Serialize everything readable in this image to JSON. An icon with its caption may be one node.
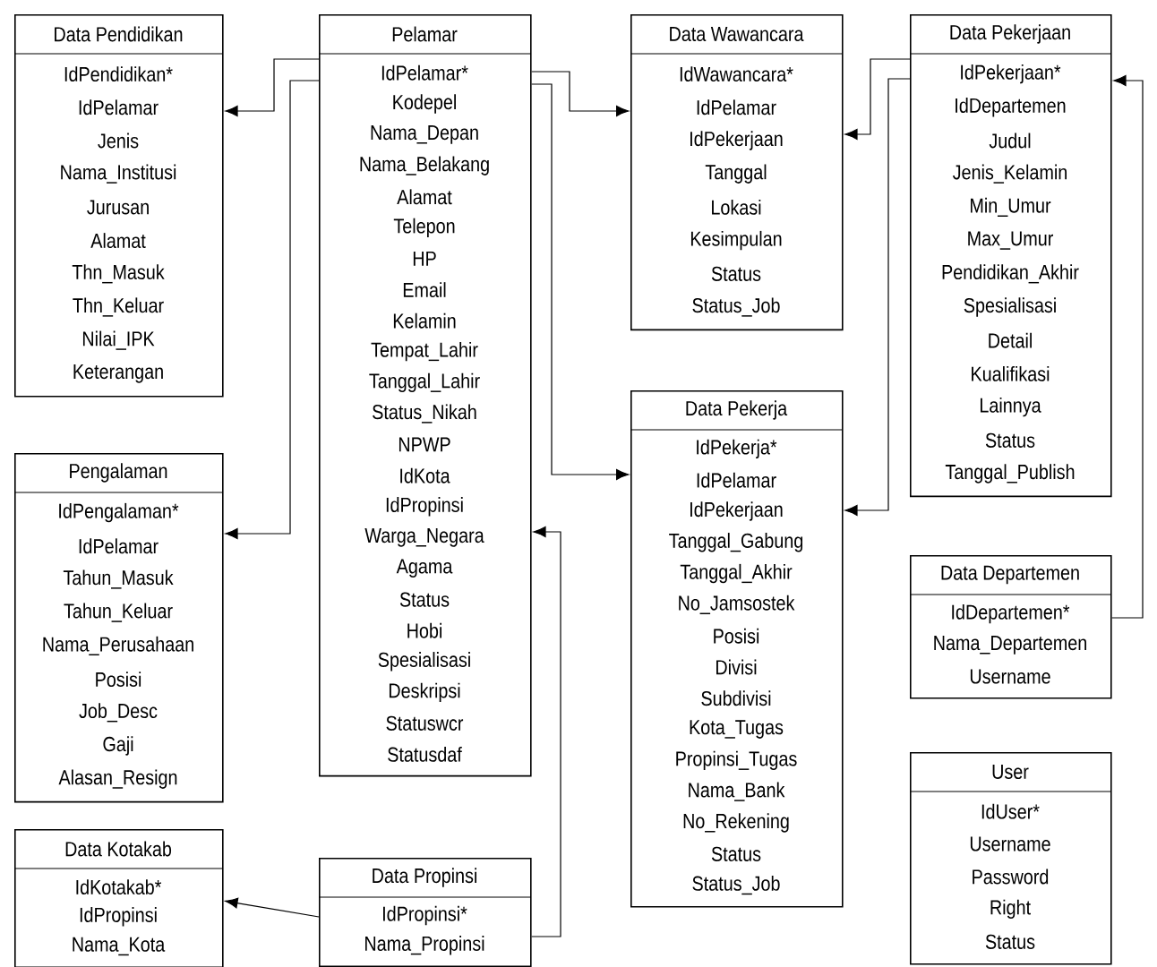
{
  "diagram": {
    "nodes": [
      {
        "text": [
          "Data Pendidikan",
          "IdPendidikan*",
          "IdPelamar",
          "Jenis",
          "Nama_Institusi",
          "Jurusan",
          "Alamat",
          "Thn_Masuk",
          "Thn_Keluar",
          "Nilai_IPK",
          "Keterangan"
        ]
      },
      {
        "text": [
          "Pelamar",
          "IdPelamar*",
          "Kodepel",
          "Nama_Depan",
          "Nama_Belakang",
          "Alamat",
          "Telepon",
          "HP",
          "Email",
          "Kelamin",
          "Tempat_Lahir",
          "Tanggal_Lahir",
          "Status_Nikah",
          "NPWP",
          "IdKota",
          "IdPropinsi",
          "Warga_Negara",
          "Agama",
          "Status",
          "Hobi",
          "Spesialisasi",
          "Deskripsi",
          "Statuswcr",
          "Statusdaf"
        ]
      },
      {
        "text": [
          "Data Wawancara",
          "IdWawancara*",
          "IdPelamar",
          "IdPekerjaan",
          "Tanggal",
          "Lokasi",
          "Kesimpulan",
          "Status",
          "Status_Job"
        ]
      },
      {
        "text": [
          "Data Pekerjaan",
          "IdPekerjaan*",
          "IdDepartemen",
          "Judul",
          "Jenis_Kelamin",
          "Min_Umur",
          "Max_Umur",
          "Pendidikan_Akhir",
          "Spesialisasi",
          "Detail",
          "Kualifikasi",
          "Lainnya",
          "Status",
          "Tanggal_Publish"
        ]
      },
      {
        "text": [
          "Pengalaman",
          "IdPengalaman*",
          "IdPelamar",
          "Tahun_Masuk",
          "Tahun_Keluar",
          "Nama_Perusahaan",
          "Posisi",
          "Job_Desc",
          "Gaji",
          "Alasan_Resign"
        ]
      },
      {
        "text": [
          "Data Pekerja",
          "IdPekerja*",
          "IdPelamar",
          "IdPekerjaan",
          "Tanggal_Gabung",
          "Tanggal_Akhir",
          "No_Jamsostek",
          "Posisi",
          "Divisi",
          "Subdivisi",
          "Kota_Tugas",
          "Propinsi_Tugas",
          "Nama_Bank",
          "No_Rekening",
          "Status",
          "Status_Job"
        ]
      },
      {
        "text": [
          "Data Departemen",
          "IdDepartemen*",
          "Nama_Departemen",
          "Username"
        ]
      },
      {
        "text": [
          "User",
          "IdUser*",
          "Username",
          "Password",
          "Right",
          "Status"
        ]
      },
      {
        "text": [
          "Data Kotakab",
          "IdKotakab*",
          "IdPropinsi",
          "Nama_Kota"
        ]
      },
      {
        "text": [
          "Data Propinsi",
          "IdPropinsi*",
          "Nama_Propinsi"
        ]
      }
    ],
    "edges": [
      {
        "from": 1,
        "to": 0,
        "arrow": "to"
      },
      {
        "from": 1,
        "to": 4,
        "arrow": "to"
      },
      {
        "from": 1,
        "to": 2,
        "arrow": "to"
      },
      {
        "from": 1,
        "to": 5,
        "arrow": "to"
      },
      {
        "from": 3,
        "to": 2,
        "arrow": "to"
      },
      {
        "from": 3,
        "to": 5,
        "arrow": "to"
      },
      {
        "from": 6,
        "to": 3,
        "arrow": "to"
      },
      {
        "from": 9,
        "to": 1,
        "arrow": "to"
      },
      {
        "from": 9,
        "to": 8,
        "arrow": "to"
      }
    ]
  }
}
